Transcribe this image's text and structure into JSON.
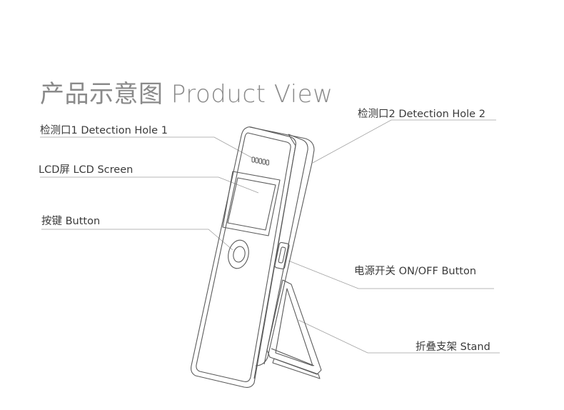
{
  "title": "产品示意图 Product View",
  "labels": {
    "hole1": "检测口1  Detection Hole 1",
    "hole2": "检测口2  Detection Hole 2",
    "lcd": "LCD屏 LCD Screen",
    "button": "按键  Button",
    "power": "电源开关    ON/OFF Button",
    "stand": "折叠支架  Stand"
  },
  "colors": {
    "line": "#9a9a9a",
    "device": "#5a5a5a",
    "text": "#3a3a3a",
    "title": "#8a8a8a"
  }
}
